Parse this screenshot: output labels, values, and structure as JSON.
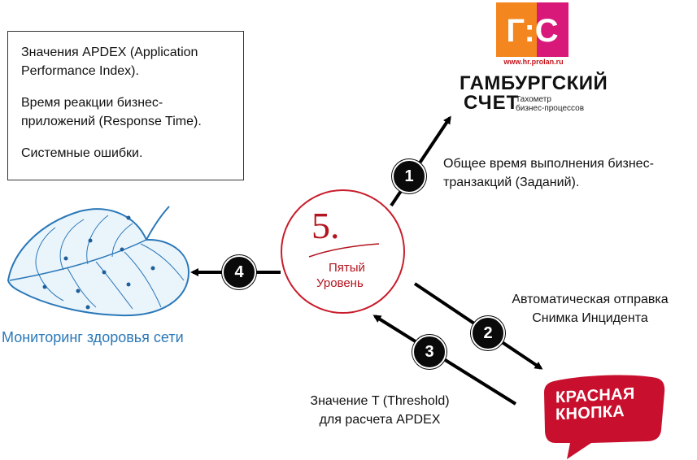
{
  "info_box": {
    "line1": "Значения APDEX (Application Performance Index).",
    "line2": "Время реакции бизнес-приложений (Response Time).",
    "line3": "Системные ошибки."
  },
  "gs_logo": {
    "mark": "Г:С",
    "url": "www.hr.prolan.ru",
    "title_line1": "ГАМБУРГСКИЙ",
    "title_line2": "СЧЕТ",
    "subtitle_line1": "Тахометр",
    "subtitle_line2": "бизнес-процессов",
    "colors": {
      "orange": "#f4861f",
      "magenta": "#d8197a",
      "red": "#c3141b"
    }
  },
  "level5": {
    "digit": "5.",
    "text_line1": "Пятый",
    "text_line2": "Уровень",
    "color": "#c81d2c"
  },
  "leaf": {
    "caption": "Мониторинг здоровья сети",
    "color": "#2a78b8"
  },
  "red_button": {
    "line1": "КРАСНАЯ",
    "line2": "КНОПКА",
    "color": "#c8102e"
  },
  "steps": [
    {
      "number": "1",
      "caption_line1": "Общее время выполнения бизнес-",
      "caption_line2": "транзакций (Заданий)."
    },
    {
      "number": "2",
      "caption_line1": "Автоматическая отправка",
      "caption_line2": "Снимка Инцидента"
    },
    {
      "number": "3",
      "caption_line1": "Значение T (Threshold)",
      "caption_line2": "для расчета APDEX"
    },
    {
      "number": "4"
    }
  ]
}
